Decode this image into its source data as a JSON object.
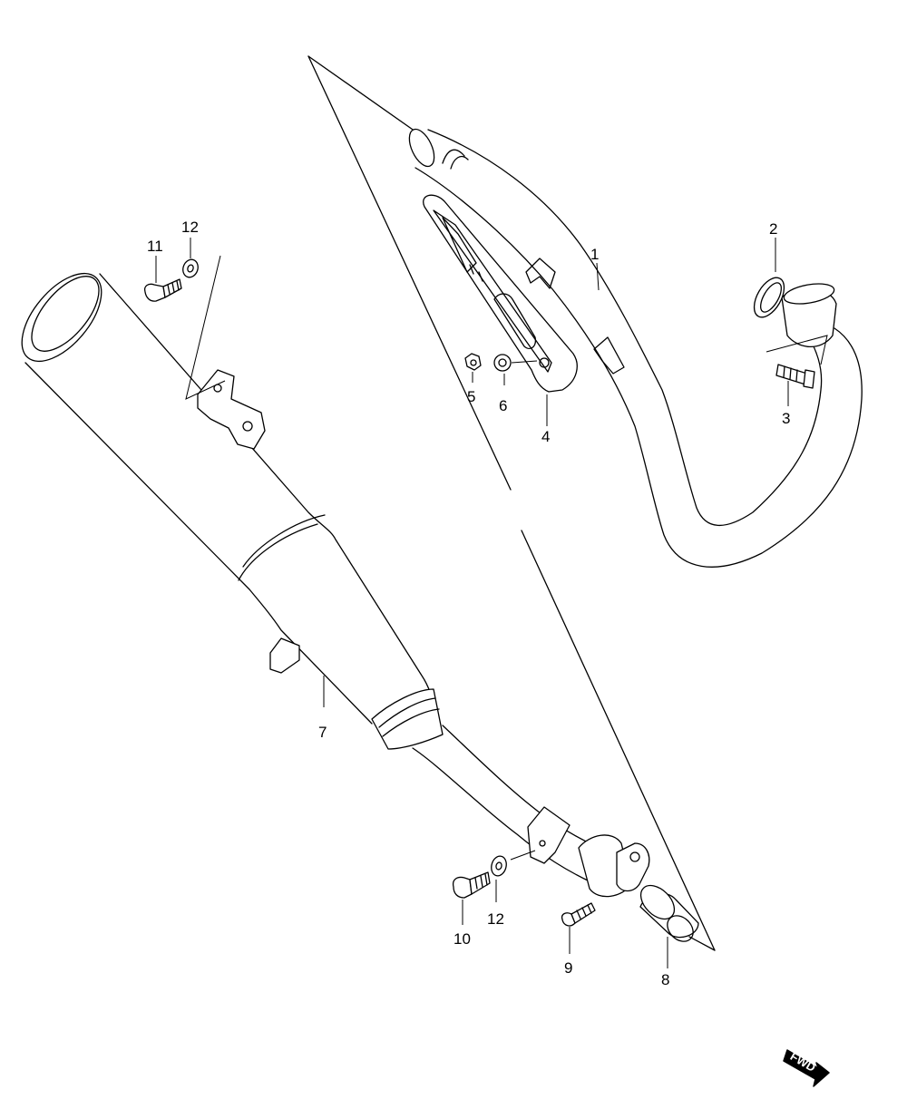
{
  "parts": [
    {
      "id": "1",
      "label": "1"
    },
    {
      "id": "2",
      "label": "2"
    },
    {
      "id": "3",
      "label": "3"
    },
    {
      "id": "4",
      "label": "4"
    },
    {
      "id": "5",
      "label": "5"
    },
    {
      "id": "6",
      "label": "6"
    },
    {
      "id": "7",
      "label": "7"
    },
    {
      "id": "8",
      "label": "8"
    },
    {
      "id": "9",
      "label": "9"
    },
    {
      "id": "10",
      "label": "10"
    },
    {
      "id": "11",
      "label": "11"
    },
    {
      "id": "12a",
      "label": "12"
    },
    {
      "id": "12b",
      "label": "12"
    }
  ],
  "direction_badge": {
    "text": "FWD"
  }
}
